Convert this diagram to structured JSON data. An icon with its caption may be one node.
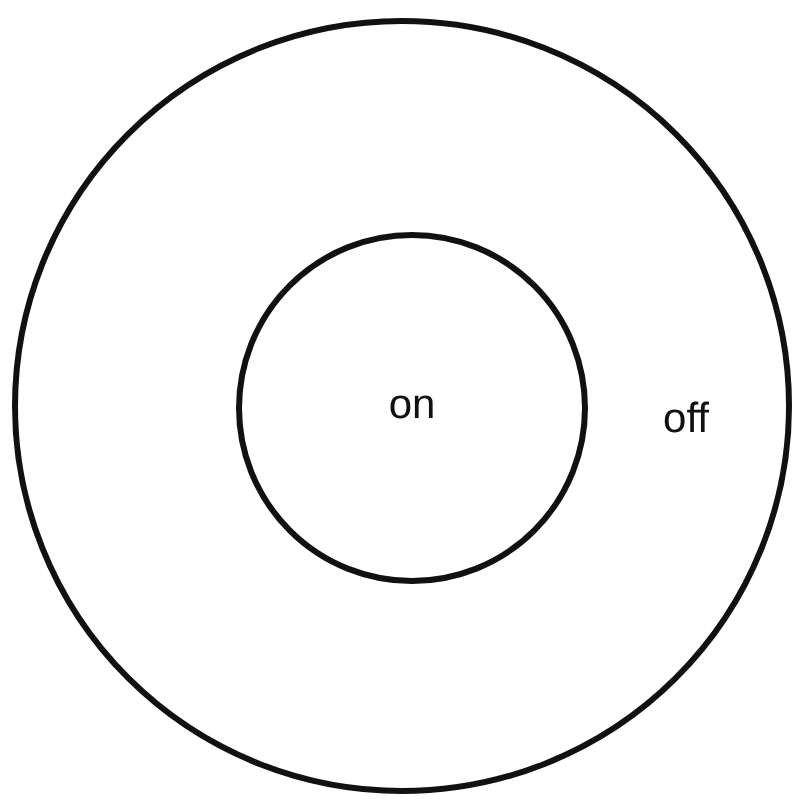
{
  "diagram": {
    "nodes": [
      {
        "text": [
          "off"
        ]
      },
      {
        "text": [
          "on"
        ],
        "in": 0
      }
    ]
  }
}
